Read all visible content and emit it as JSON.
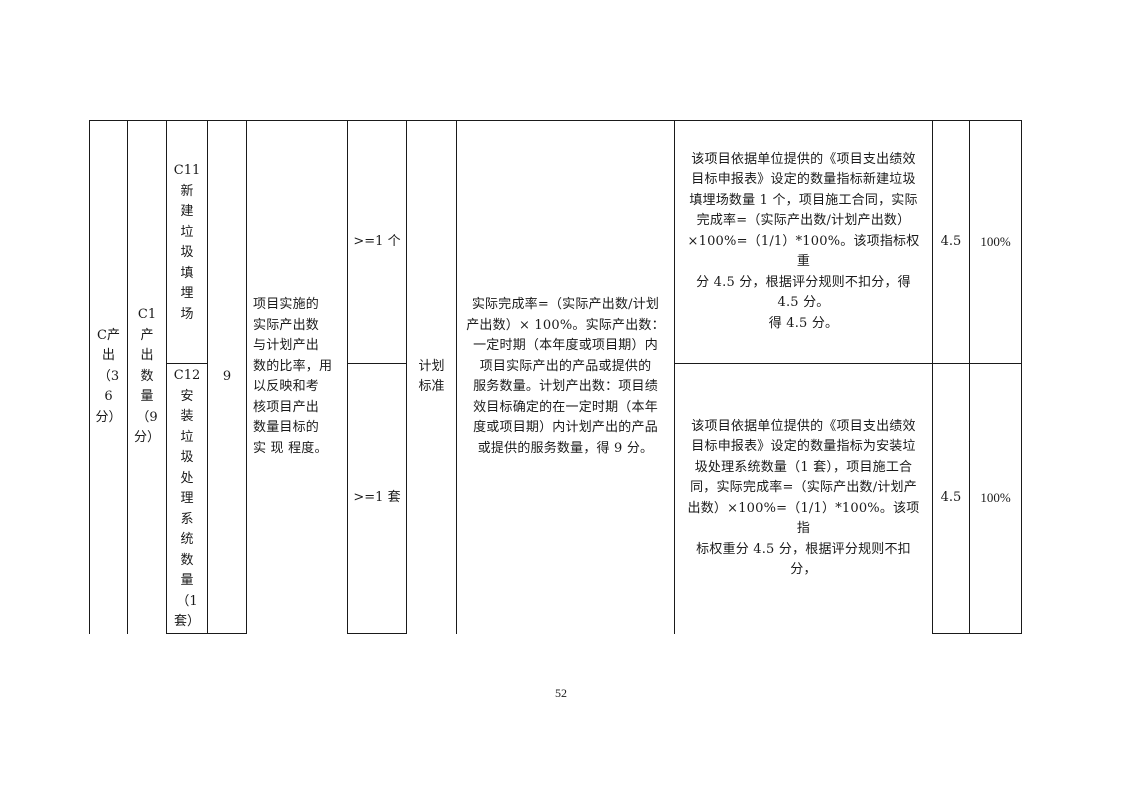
{
  "table": {
    "col1": "C产\n出\n（3\n6\n分）",
    "col2": "C1\n产\n出\n数\n量\n（9\n分）",
    "score_total": "9",
    "description": "项目实施的\n实际产出数\n与计划产出\n数的比率，用\n以反映和考\n核项目产出\n数量目标的\n实 现 程度。",
    "method": "计划\n标准",
    "formula": "实际完成率=（实际产出数/计划\n产出数）× 100%。实际产出数：\n一定时期（本年度或项目期）内\n项目实际产出的产品或提供的\n服务数量。计划产出数：项目绩\n效目标确定的在一定时期（本年\n度或项目期）内计划产出的产品\n或提供的服务数量，得 9 分。",
    "rows": [
      {
        "indicator": "C11\n新\n建\n垃\n圾\n填\n埋\n场",
        "target": ">=1 个",
        "analysis": "该项目依据单位提供的《项目支出绩效\n目标申报表》设定的数量指标新建垃圾\n填埋场数量 1 个，项目施工合同，实际\n完成率=（实际产出数/计划产出数）\n×100%=（1/1）*100%。该项指标权重\n分 4.5 分，根据评分规则不扣分，得\n4.5 分。\n得 4.5 分。",
        "score": "4.5",
        "rate": "100%"
      },
      {
        "indicator": "C12\n安\n装\n垃\n圾\n处\n理\n系\n统\n数\n量\n（1\n套）",
        "target": ">=1 套",
        "analysis": "该项目依据单位提供的《项目支出绩效\n目标申报表》设定的数量指标为安装垃\n圾处理系统数量（1 套），项目施工合\n同，实际完成率=（实际产出数/计划产\n出数）×100%=（1/1）*100%。该项指\n标权重分 4.5 分，根据评分规则不扣\n分，",
        "score": "4.5",
        "rate": "100%"
      }
    ]
  },
  "page_number": "52"
}
